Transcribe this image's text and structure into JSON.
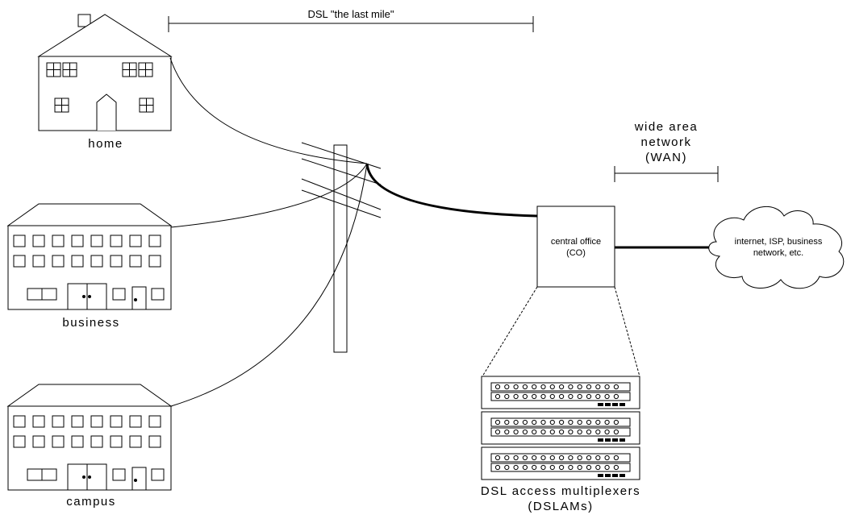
{
  "title": "DSL \"the last mile\"",
  "buildings": {
    "home": "home",
    "business": "business",
    "campus": "campus"
  },
  "wan": {
    "line1": "wide area",
    "line2": "network",
    "line3": "(WAN)"
  },
  "central_office": {
    "line1": "central office",
    "line2": "(CO)"
  },
  "cloud": {
    "line1": "internet, ISP, business",
    "line2": "network, etc."
  },
  "dslam": {
    "line1": "DSL access multiplexers",
    "line2": "(DSLAMs)"
  }
}
